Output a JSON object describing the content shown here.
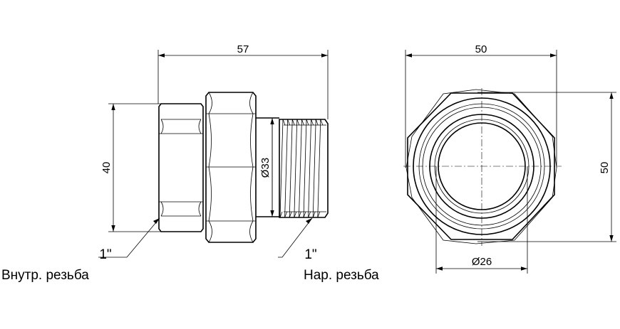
{
  "dimensions": {
    "side_length": "57",
    "side_height": "40",
    "thread_diameter": "Ø33",
    "front_width": "50",
    "front_height": "50",
    "bore_diameter": "Ø26"
  },
  "callouts": {
    "internal_thread_size": "1\"",
    "internal_thread_label": "Внутр. резьба",
    "external_thread_size": "1\"",
    "external_thread_label": "Нар. резьба"
  }
}
